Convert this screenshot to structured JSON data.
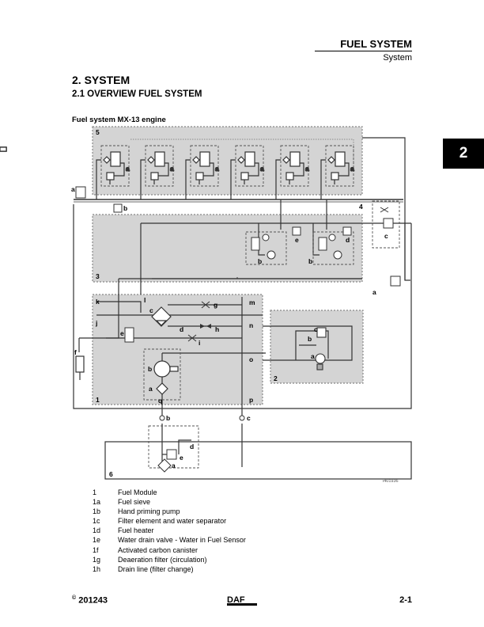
{
  "header": {
    "title": "FUEL SYSTEM",
    "subtitle": "System"
  },
  "chapter_tab": "2",
  "section": {
    "heading": "2.  SYSTEM",
    "subheading": "2.1    OVERVIEW FUEL SYSTEM"
  },
  "figure": {
    "caption": "Fuel system MX-13 engine",
    "id": "i401936",
    "labels": {
      "module5": "5",
      "module3": "3",
      "module1": "1",
      "module2": "2",
      "module6": "6",
      "line4": "4",
      "a": "a",
      "b": "b",
      "c": "c",
      "d": "d",
      "e": "e",
      "f": "f",
      "g": "g",
      "h": "h",
      "i": "i",
      "j": "j",
      "k": "k",
      "l": "l",
      "m": "m",
      "n": "n",
      "o": "o",
      "p": "p",
      "q": "q"
    },
    "colors": {
      "module_fill": "#d4d4d4",
      "line": "#333333",
      "dash": "#777777"
    }
  },
  "legend": [
    {
      "code": "1",
      "text": "Fuel Module"
    },
    {
      "code": "1a",
      "text": "Fuel sieve"
    },
    {
      "code": "1b",
      "text": "Hand priming pump"
    },
    {
      "code": "1c",
      "text": "Filter element and water separator"
    },
    {
      "code": "1d",
      "text": "Fuel heater"
    },
    {
      "code": "1e",
      "text": "Water drain valve - Water in Fuel Sensor"
    },
    {
      "code": "1f",
      "text": "Activated carbon canister"
    },
    {
      "code": "1g",
      "text": "Deaeration filter (circulation)"
    },
    {
      "code": "1h",
      "text": "Drain line (filter change)"
    }
  ],
  "footer": {
    "copyright_symbol": "©",
    "code": "201243",
    "logo_text": "DAF",
    "page": "2-1"
  }
}
